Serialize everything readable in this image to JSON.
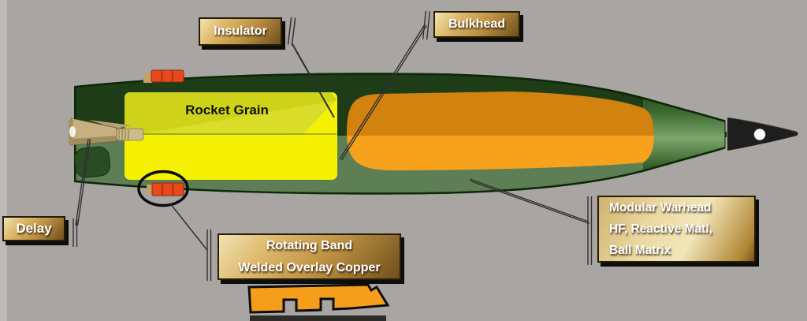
{
  "diagram": {
    "type": "projectile-cutaway",
    "grain_label": "Rocket Grain",
    "callouts": {
      "insulator": {
        "label": "Insulator"
      },
      "bulkhead": {
        "label": "Bulkhead"
      },
      "delay": {
        "label": "Delay"
      },
      "rotating_band": {
        "line1": "Rotating Band",
        "line2": "Welded Overlay Copper"
      },
      "modular_warhead": {
        "line1": "Modular Warhead",
        "line2": "HF, Reactive Matl,",
        "line3": "Ball Matrix"
      }
    },
    "colors": {
      "background_gray": "#a8a5a2",
      "body_green_dark": "#1e3c15",
      "body_green_light": "#5e7f56",
      "grain_yellow_top": "#ced31a",
      "grain_yellow_bottom": "#f4f104",
      "warhead_orange_top": "#d2820e",
      "warhead_orange_bottom": "#f6a21c",
      "rotating_band_red": "#e8481b",
      "delay_tan": "#c6b082",
      "nose_black": "#1e1e1e",
      "label_gold": "#c9a24f",
      "copper_band_orange": "#f49e1b"
    }
  }
}
